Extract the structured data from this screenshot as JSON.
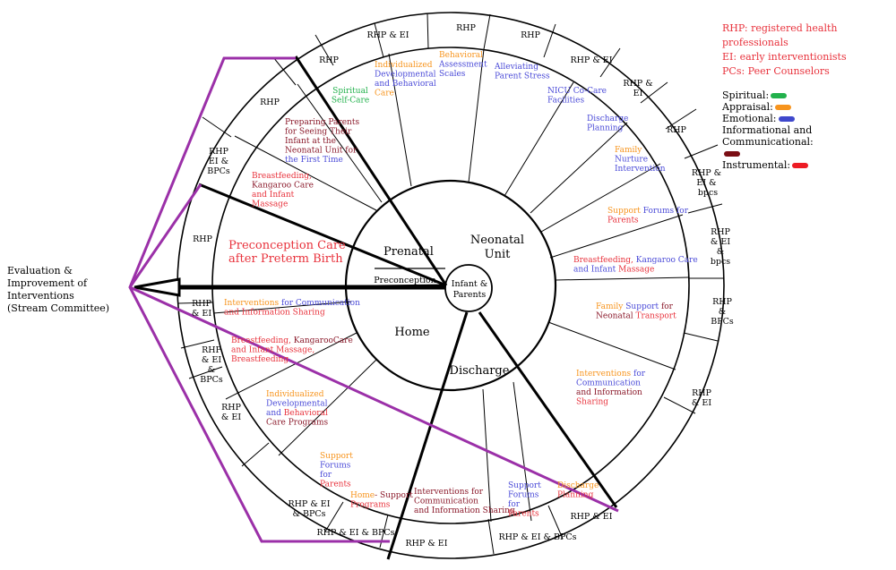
{
  "abbreviations": [
    "RHP: registered health professionals",
    "EI: early interventionists",
    "PCs: Peer Counselors"
  ],
  "legend": [
    {
      "label": "Spiritual:",
      "color": "#22b14c"
    },
    {
      "label": "Appraisal:",
      "color": "#f7941d"
    },
    {
      "label": "Emotional:",
      "color": "#3f48cc"
    },
    {
      "label": "Informational and Communicational:",
      "color": "#7b0e14"
    },
    {
      "label": "Instrumental:",
      "color": "#ed1c24"
    }
  ],
  "colors": {
    "spiritual": "#22b14c",
    "appraisal": "#f7941d",
    "emotional": "#4b4bd8",
    "informational": "#8b1a2b",
    "instrumental": "#e8323c",
    "outline": "#000000",
    "committee": "#9b30a8"
  },
  "left_label": [
    "Evaluation &",
    "Improvement of",
    "Interventions",
    "(Stream Committee)"
  ],
  "center": [
    "Infant &",
    "Parents"
  ],
  "stages": {
    "prenatal": "Prenatal",
    "neonatal": [
      "Neonatal",
      "Unit"
    ],
    "preconception": "Preconception",
    "home": "Home",
    "discharge": "Discharge"
  },
  "providers": [
    "RHP",
    "RHP & EI",
    "RHP",
    "RHP",
    "RHP & EI",
    "RHP",
    "RHP & EI & bpcs",
    "RHP & EI & bpcs",
    "RHP & BPCs",
    "RHP & EI",
    "RHP & EI",
    "RHP & EI & BPCs",
    "RHP & EI",
    "RHP & EI & BPCs",
    "RHP & EI & BPCs",
    "RHP & EI",
    "RHP & EI",
    "RHP & EI & BPCs",
    "RHP",
    "RHP & EI & BPCs",
    "RHP",
    "RHP & EI"
  ],
  "interventions": {
    "spiritual_self_care": "Spiritual Self-Care",
    "idbc_1": "Individualized Developmental and Behavioral Care",
    "behavioral_assessment": "Behavioral Assessment Scales",
    "alleviating_stress": "Alleviating Parent Stress",
    "nicu_facilities": "NICU Co-Care Facilities",
    "discharge_planning": "Discharge Planning",
    "family_nurture": "Family Nurture Intervention",
    "support_forums_1": "Support Forums for Parents",
    "bkim_1": "Breastfeeding, Kangaroo Care and Infant Massage",
    "family_support_transport": "Family Support for Neonatal Transport",
    "ifcis_1": "Interventions for Communication and Information Sharing",
    "discharge_planning_2": "Discharge Planning",
    "support_forums_2": "Support Forums for Parents",
    "ifcis_2": "Interventions for Communication and Information Sharing",
    "home_support": "Home- Support Programs",
    "support_forums_3": "Support Forums for Parents",
    "idbc_2": "Individualized Developmental and Behavioral Care Programs",
    "bkim_2": "Breastfeeding, KangarooCare and Infant Massage, Breastfeeding",
    "ifcis_3": "Interventions for Communication and Information Sharing",
    "preconception_care": "Preconception Care after Preterm Birth",
    "bkim_3": "Breastfeeding, Kangaroo Care and Infant Massage",
    "preparing_parents": "Preparing Parents for Seeing Their Infant at the Neonatal Unit for the First Time"
  }
}
